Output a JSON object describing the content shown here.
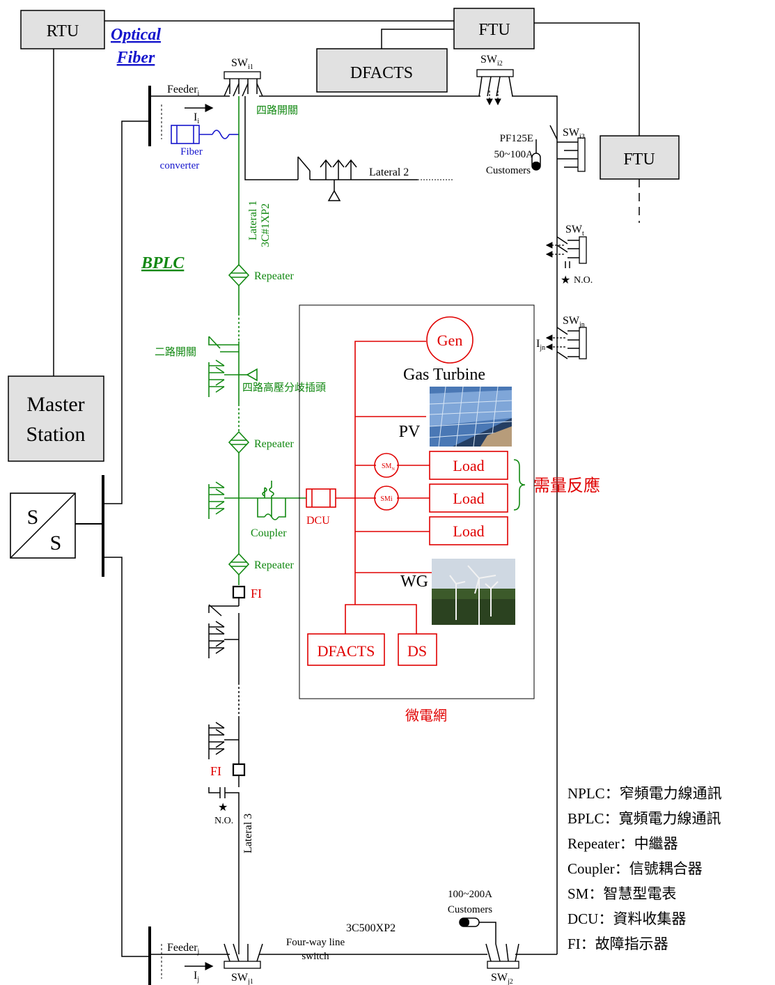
{
  "rtu": "RTU",
  "optical_fiber": [
    "Optical",
    "Fiber"
  ],
  "ftu_top": "FTU",
  "ftu_right": "FTU",
  "dfacts_top": "DFACTS",
  "master_station": [
    "Master",
    "Station"
  ],
  "ss": [
    "S",
    "S"
  ],
  "feeder_i": {
    "base": "Feeder",
    "sub": "i"
  },
  "current_i": {
    "base": "I",
    "sub": "i"
  },
  "feeder_j": {
    "base": "Feeder",
    "sub": "j"
  },
  "current_j": {
    "base": "I",
    "sub": "j"
  },
  "current_jn": {
    "base": "I",
    "sub": "jn"
  },
  "sw_i1": {
    "base": "SW",
    "sub": "i1"
  },
  "sw_i2": {
    "base": "SW",
    "sub": "i2"
  },
  "sw_i3": {
    "base": "SW",
    "sub": "i3"
  },
  "sw_t": {
    "base": "SW",
    "sub": "t"
  },
  "sw_jn": {
    "base": "SW",
    "sub": "jn"
  },
  "sw_j1": {
    "base": "SW",
    "sub": "j1"
  },
  "sw_j2": {
    "base": "SW",
    "sub": "j2"
  },
  "four_way_switch_zh": "四路開關",
  "fiber_converter": [
    "Fiber",
    "converter"
  ],
  "lateral2": "Lateral 2",
  "lateral1": [
    "Lateral 1",
    "3C#1XP2"
  ],
  "bplc": "BPLC",
  "repeater": "Repeater",
  "two_way_switch_zh": "二路開關",
  "four_way_tap_zh": "四路高壓分歧插頭",
  "coupler": "Coupler",
  "dcu": "DCU",
  "pf125e": [
    "PF125E",
    "50~100A",
    "Customers"
  ],
  "no_label": "N.O.",
  "gen": "Gen",
  "gas_turbine": "Gas Turbine",
  "pv": "PV",
  "sm_n": {
    "base": "SM",
    "sub": "N"
  },
  "sm_i": "SMi",
  "load": "Load",
  "demand_response_zh": "需量反應",
  "wg": "WG",
  "dfacts_mg": "DFACTS",
  "ds": "DS",
  "microgrid_zh": "微電網",
  "fi": "FI",
  "lateral3": "Lateral 3",
  "customers_200": [
    "100~200A",
    "Customers"
  ],
  "cable_3c500": "3C500XP2",
  "four_way_line_switch": [
    "Four-way line",
    "switch"
  ],
  "legend": [
    "NPLC：窄頻電力線通訊",
    "BPLC：寬頻電力線通訊",
    "Repeater：中繼器",
    "Coupler：信號耦合器",
    "SM：智慧型電表",
    "DCU：資料收集器",
    "FI：故障指示器"
  ],
  "colors": {
    "green": "#118811",
    "red": "#e00000",
    "blue": "#1515cc",
    "box_fill": "#e1e1e1"
  }
}
